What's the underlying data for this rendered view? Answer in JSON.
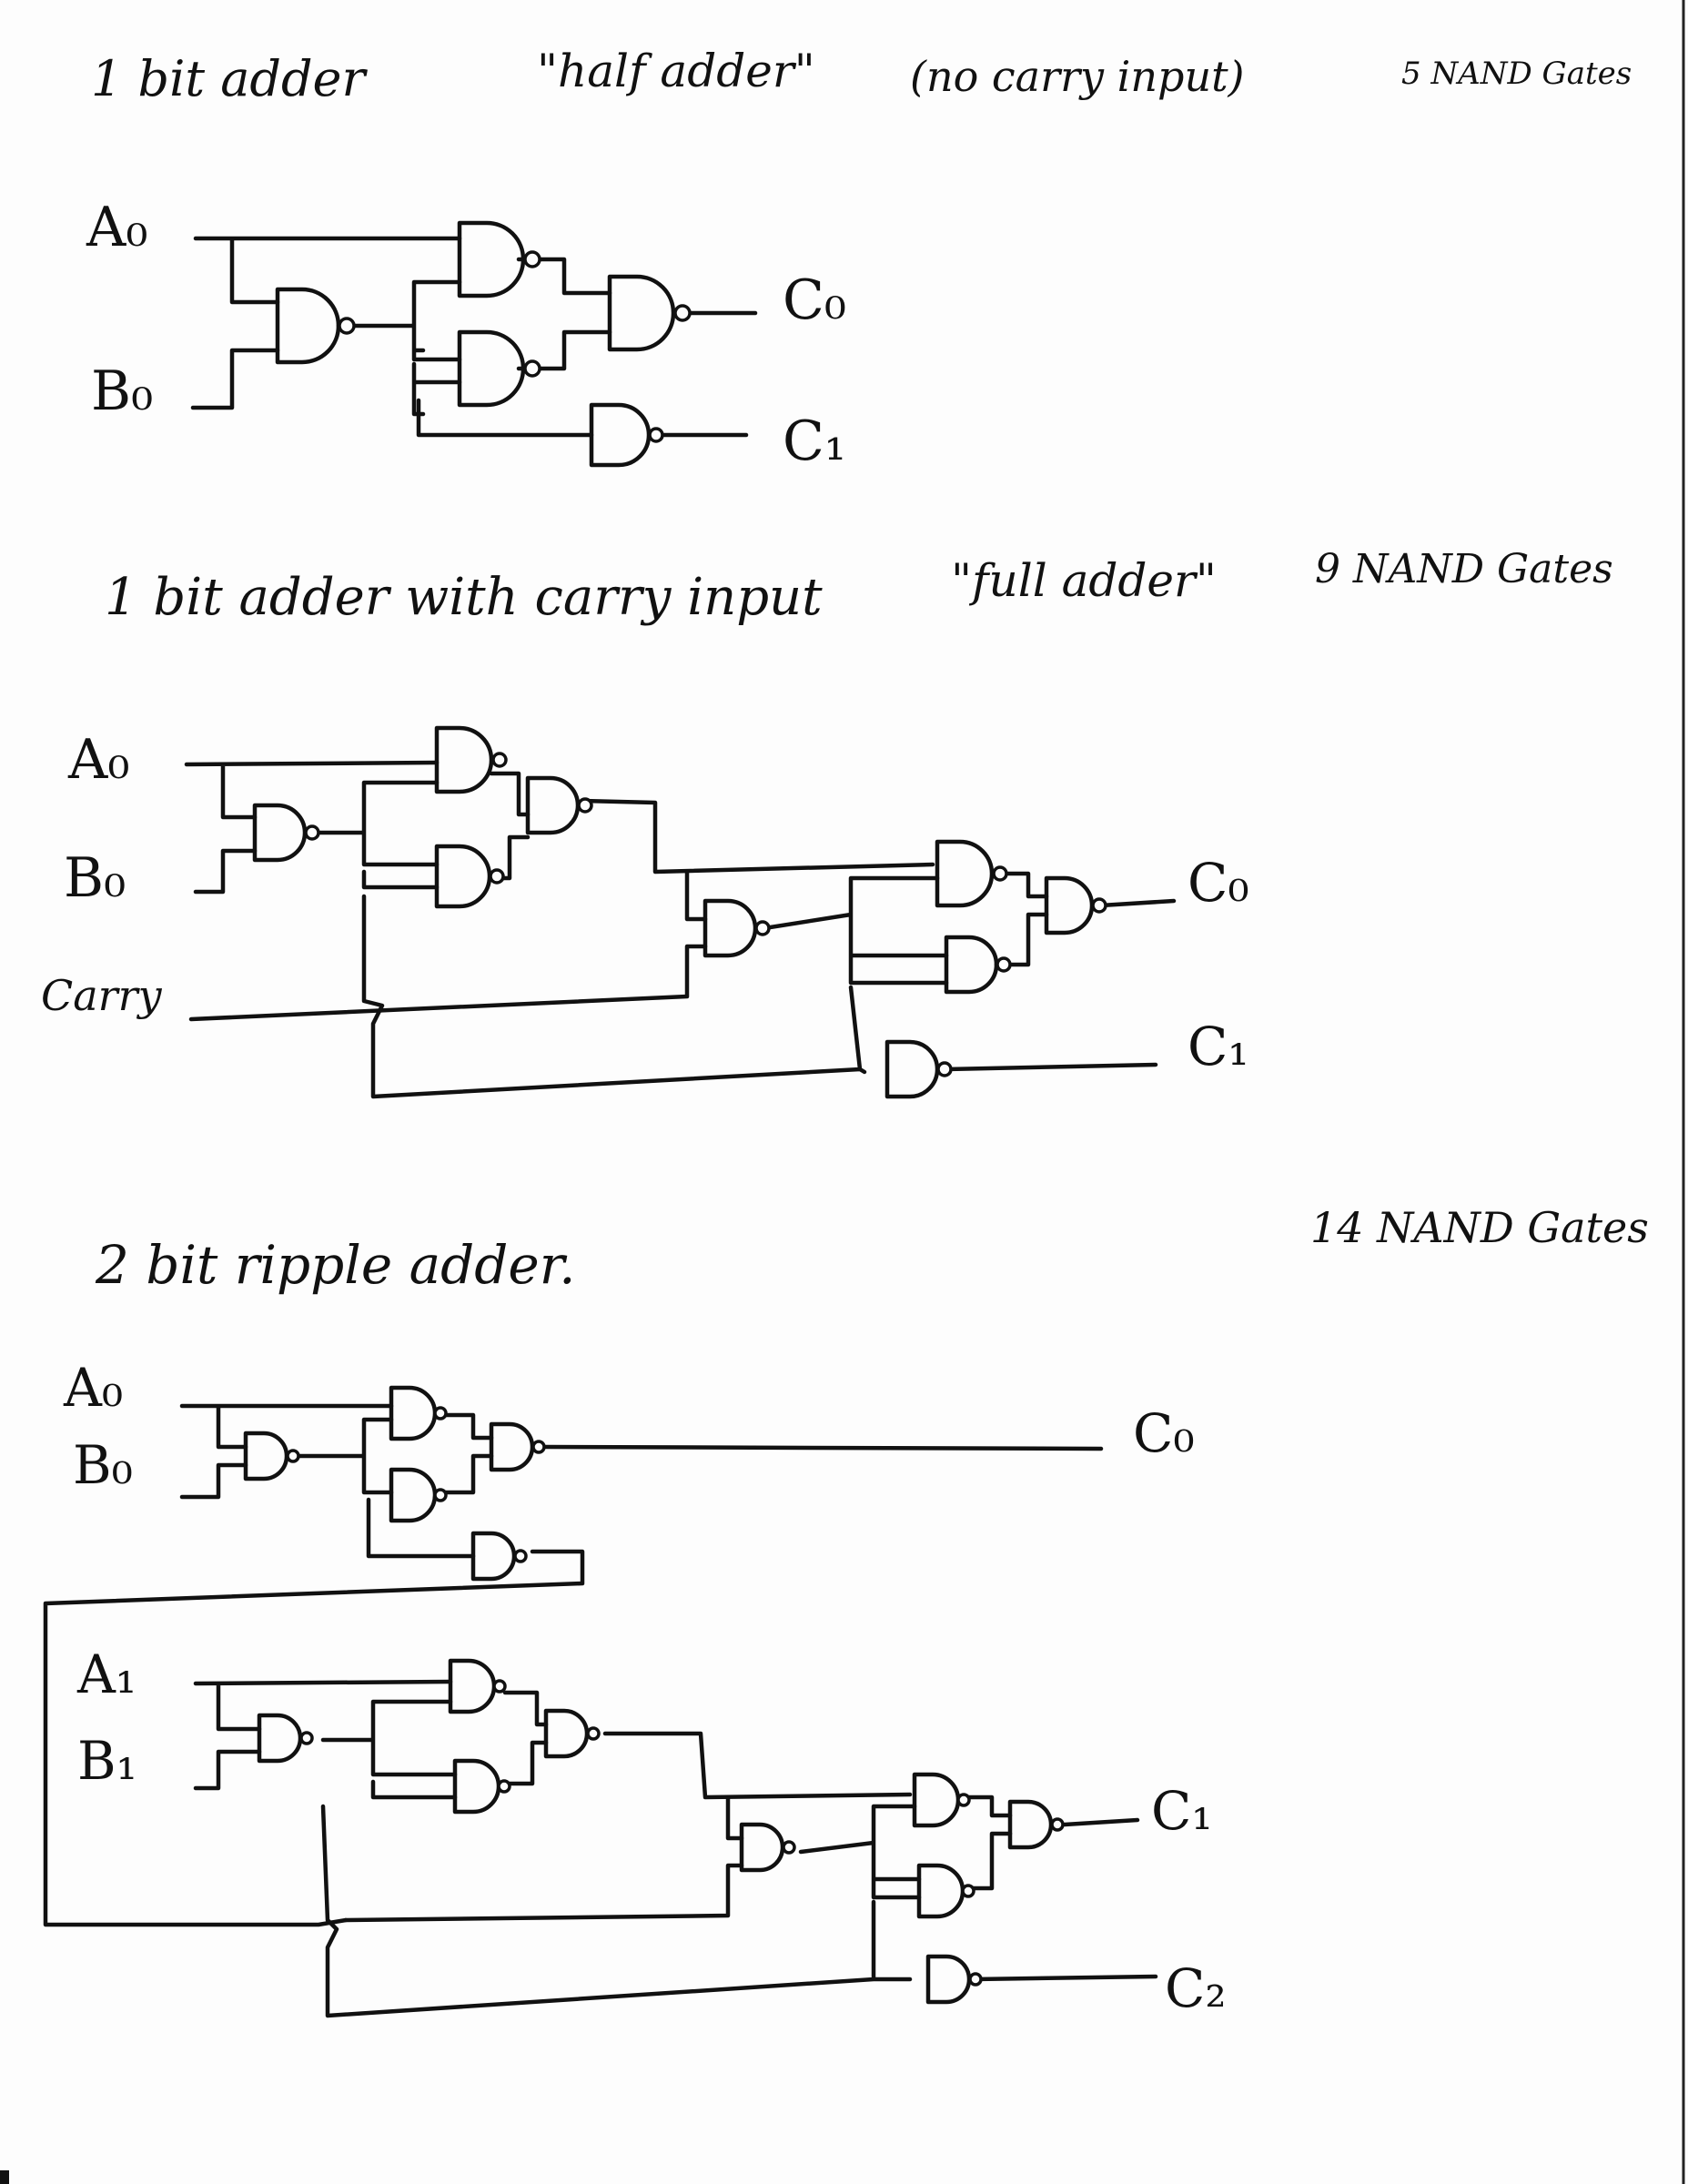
{
  "sections": [
    {
      "title": "1 bit adder",
      "subtitle": "\"half adder\"",
      "note": "(no carry input)",
      "gate_count": "5 NAND Gates",
      "inputs": [
        "A₀",
        "B₀"
      ],
      "outputs": [
        "C₀",
        "C₁"
      ]
    },
    {
      "title": "1 bit adder with carry input",
      "subtitle": "\"full adder\"",
      "gate_count": "9 NAND Gates",
      "inputs": [
        "A₀",
        "B₀",
        "Carry"
      ],
      "outputs": [
        "C₀",
        "C₁"
      ]
    },
    {
      "title": "2 bit ripple adder.",
      "gate_count": "14 NAND Gates",
      "inputs": [
        "A₀",
        "B₀",
        "A₁",
        "B₁"
      ],
      "outputs": [
        "C₀",
        "C₁",
        "C₂"
      ]
    }
  ]
}
